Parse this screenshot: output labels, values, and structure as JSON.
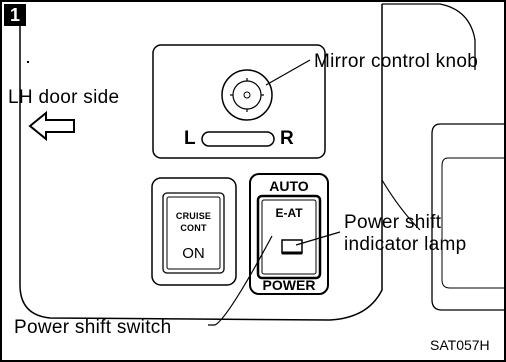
{
  "figure_number": "1",
  "labels": {
    "mirror_control_knob": "Mirror control knob",
    "lh_door_side": "LH door side",
    "power_shift_indicator_lamp_line1": "Power shift",
    "power_shift_indicator_lamp_line2": "indicator lamp",
    "power_shift_switch": "Power shift switch",
    "reference_code": "SAT057H"
  },
  "mirror_selector": {
    "left": "L",
    "right": "R"
  },
  "cruise_switch": {
    "line1": "CRUISE",
    "line2": "CONT",
    "state": "ON"
  },
  "power_switch": {
    "top": "AUTO",
    "mode": "E-AT",
    "bottom": "POWER"
  },
  "icons": {
    "arrow": "left-arrow-icon"
  }
}
